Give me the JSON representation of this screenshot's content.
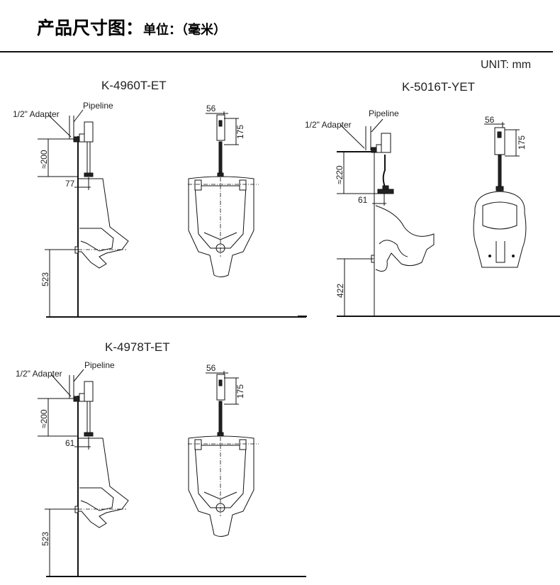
{
  "header": {
    "title": "产品尺寸图：",
    "unit_label": "单位：（毫米）",
    "unit_en": "UNIT: mm"
  },
  "panels": [
    {
      "model": "K-4960T-ET",
      "adapter_label": "1/2\" Adapter",
      "pipeline_label": "Pipeline",
      "dim_supply_height": "≈200",
      "dim_spud_offset": "77",
      "dim_outlet_height": "523",
      "dim_sensor_width": "56",
      "dim_sensor_height": "175"
    },
    {
      "model": "K-5016T-YET",
      "adapter_label": "1/2\" Adapter",
      "pipeline_label": "Pipeline",
      "dim_supply_height": "≈220",
      "dim_spud_offset": "61",
      "dim_outlet_height": "422",
      "dim_sensor_width": "56",
      "dim_sensor_height": "175"
    },
    {
      "model": "K-4978T-ET",
      "adapter_label": "1/2\" Adapter",
      "pipeline_label": "Pipeline",
      "dim_supply_height": "≈200",
      "dim_spud_offset": "61",
      "dim_outlet_height": "523",
      "dim_sensor_width": "56",
      "dim_sensor_height": "175"
    }
  ]
}
